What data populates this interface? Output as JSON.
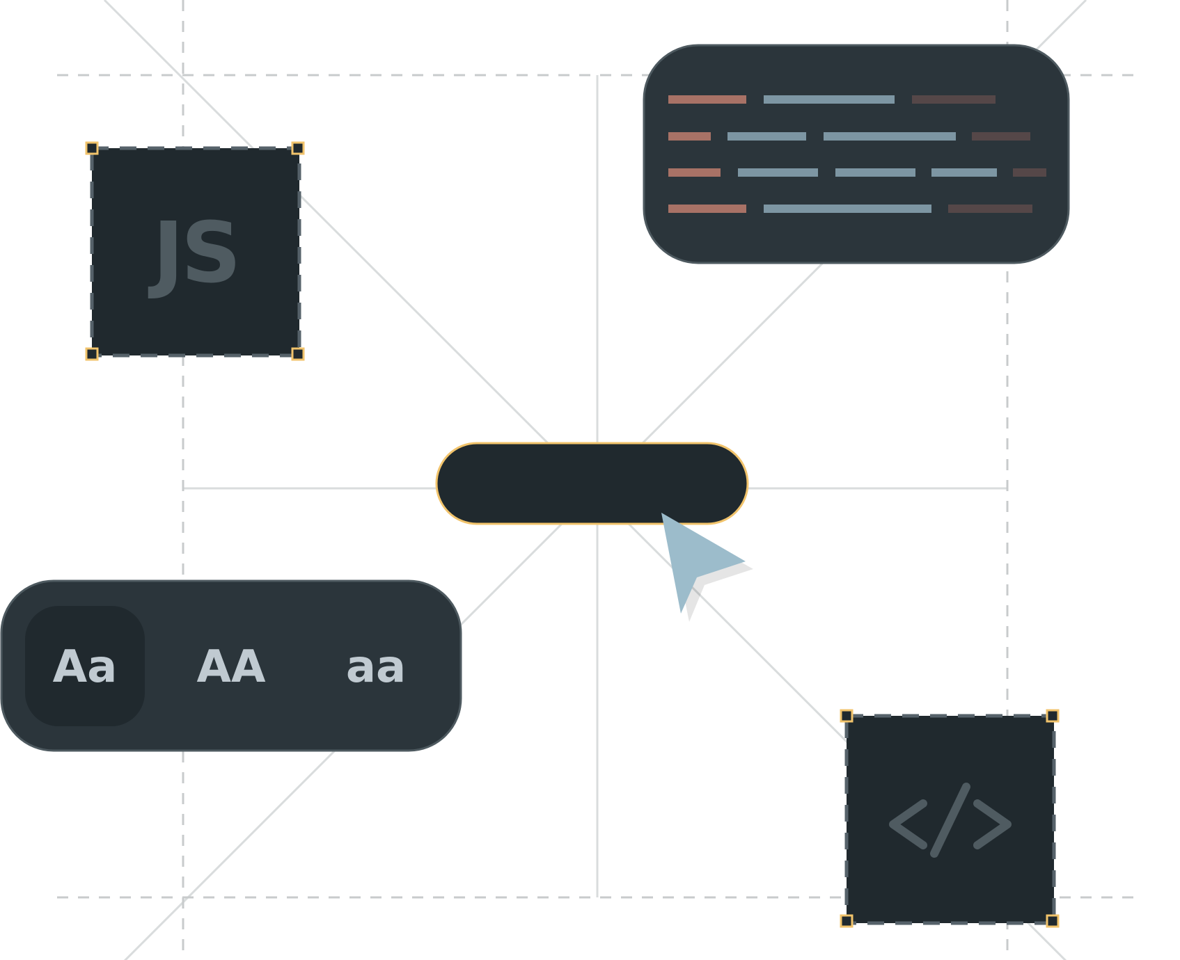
{
  "colors": {
    "background": "#ffffff",
    "guide_line": "#d9dcdd",
    "dashed_guide": "#c8cbcc",
    "panel": "#2b353b",
    "panel_border": "#4e5a60",
    "tile": "#20292e",
    "tile_dash": "#56626a",
    "tile_glyph": "#4f5b61",
    "selection_handle_border": "#f1c36b",
    "selection_handle_fill": "#20292e",
    "pill_border": "#f1c36b",
    "cursor": "#9cbccb",
    "token_keyword": "#a87266",
    "token_identifier": "#7d96a3",
    "token_comment": "#554748",
    "case_label": "#c0cad1",
    "case_active_bg": "#20292e"
  },
  "js_tile": {
    "label": "JS"
  },
  "code_icon": {
    "icon": "code-brackets-icon"
  },
  "cursor": {
    "icon": "pointer-arrow-icon"
  },
  "case_switcher": {
    "options": [
      {
        "label": "Aa",
        "active": true
      },
      {
        "label": "AA",
        "active": false
      },
      {
        "label": "aa",
        "active": false
      }
    ]
  },
  "code_card": {
    "lines": [
      [
        "keyword",
        "identifier",
        "comment"
      ],
      [
        "keyword",
        "identifier",
        "identifier",
        "comment"
      ],
      [
        "keyword",
        "identifier",
        "identifier",
        "identifier",
        "comment"
      ],
      [
        "keyword",
        "identifier",
        "comment"
      ]
    ]
  }
}
